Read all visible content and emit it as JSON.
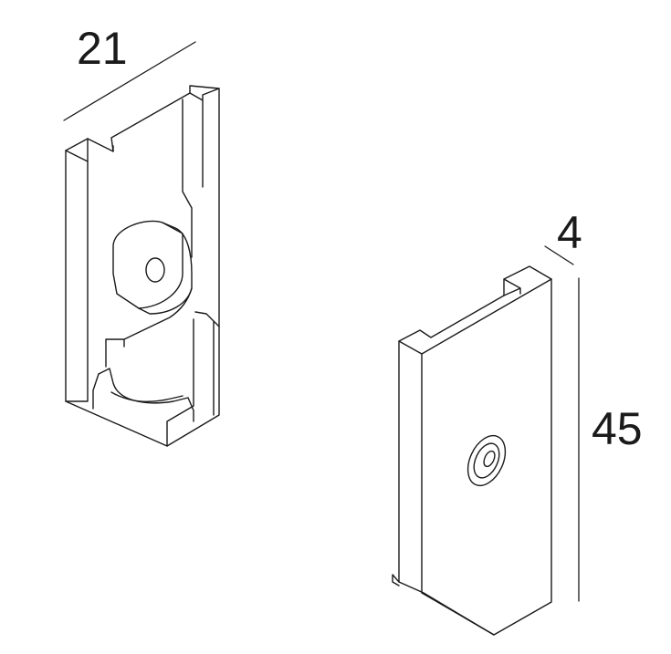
{
  "dimensions": {
    "width_label": "21",
    "depth_label": "4",
    "height_label": "45"
  },
  "colors": {
    "line": "#1a1a1a",
    "background": "#ffffff"
  }
}
